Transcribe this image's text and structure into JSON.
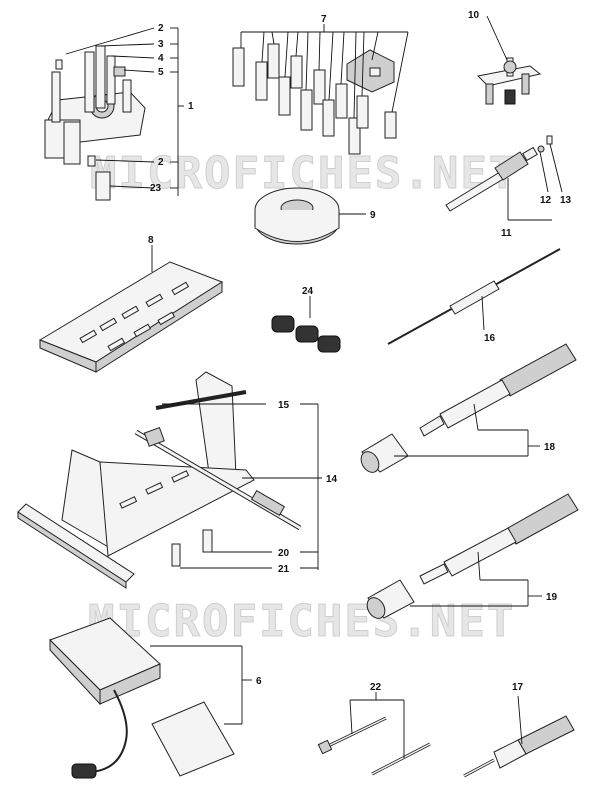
{
  "watermarks": [
    "MICROFICHES.NET",
    "MICROFICHES.NET"
  ],
  "callouts": {
    "c1": "1",
    "c2": "2",
    "c3": "3",
    "c4": "4",
    "c5": "5",
    "c2b": "2",
    "c23": "23",
    "c7": "7",
    "c10": "10",
    "c9": "9",
    "c11": "11",
    "c12": "12",
    "c13": "13",
    "c8": "8",
    "c24": "24",
    "c16": "16",
    "c15": "15",
    "c14": "14",
    "c18": "18",
    "c20": "20",
    "c21": "21",
    "c19": "19",
    "c6": "6",
    "c22": "22",
    "c17": "17"
  }
}
